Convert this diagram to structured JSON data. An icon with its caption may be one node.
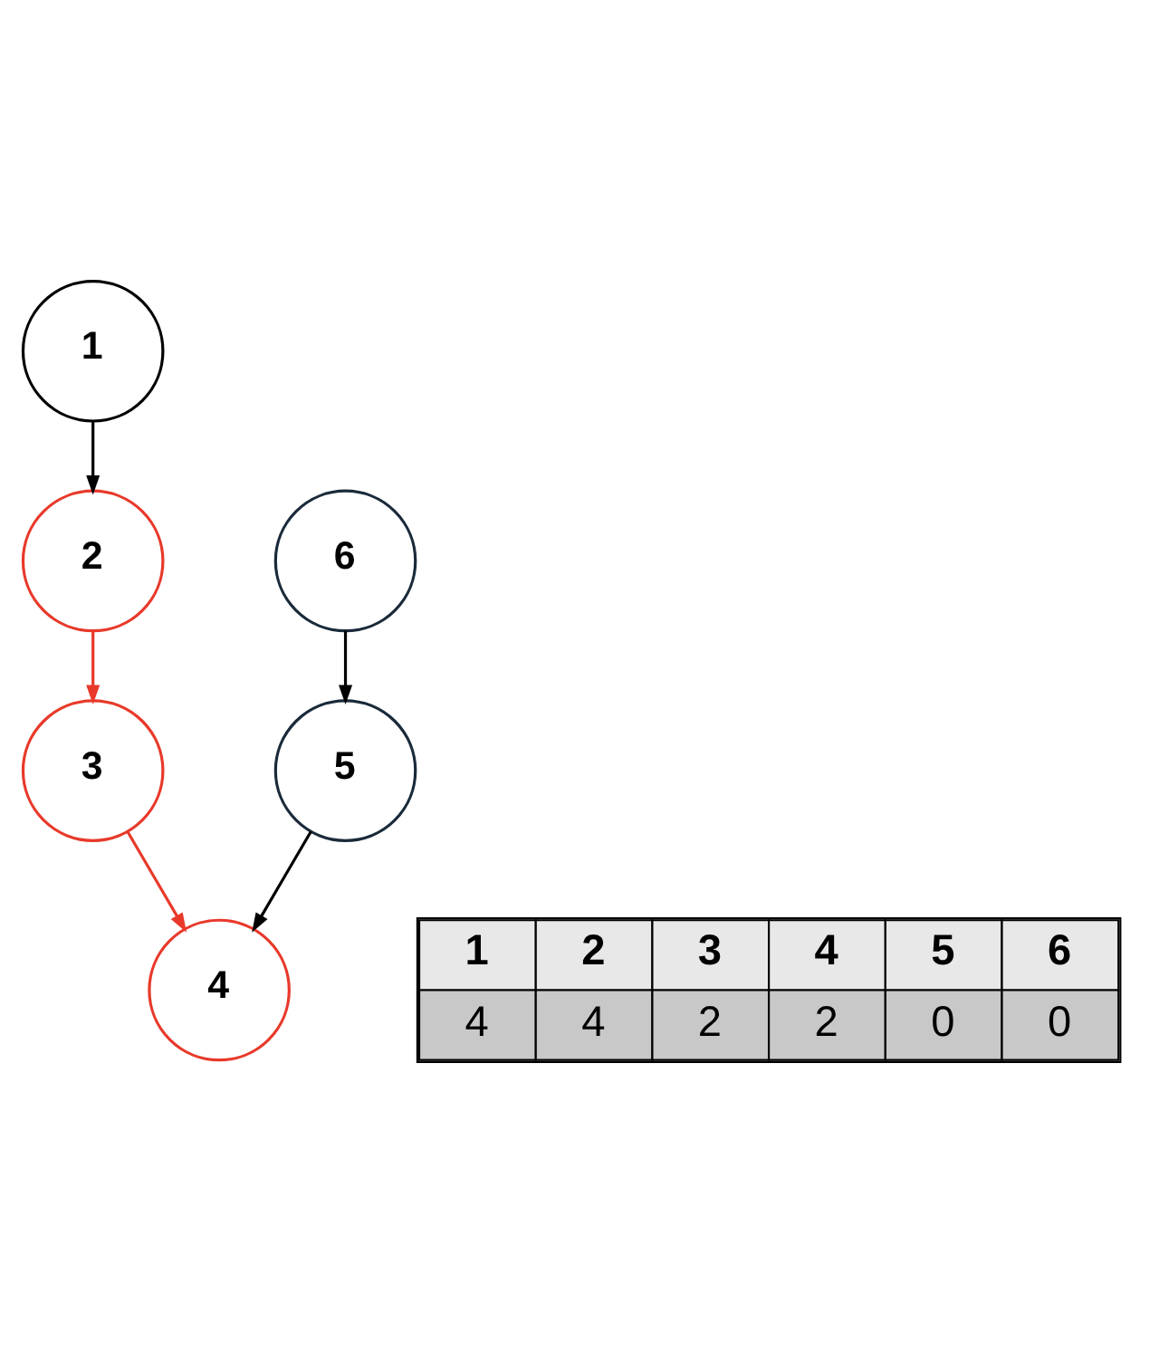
{
  "diagram": {
    "nodes": [
      {
        "text": [
          "1"
        ]
      },
      {
        "text": [
          "2"
        ]
      },
      {
        "text": [
          "3"
        ]
      },
      {
        "text": [
          "4"
        ]
      },
      {
        "text": [
          "5"
        ]
      },
      {
        "text": [
          "6"
        ]
      }
    ],
    "edges": [
      {
        "from": 0,
        "to": 1,
        "arrow": "to"
      },
      {
        "from": 1,
        "to": 2,
        "arrow": "to",
        "color": "#e8392a"
      },
      {
        "from": 2,
        "to": 3,
        "arrow": "to",
        "color": "#e8392a"
      },
      {
        "from": 5,
        "to": 4,
        "arrow": "to"
      },
      {
        "from": 4,
        "to": 3,
        "arrow": "to"
      }
    ],
    "labels": [
      "1",
      "2",
      "3",
      "4",
      "5",
      "6",
      "4",
      "4",
      "2",
      "2",
      "0",
      "0"
    ]
  }
}
